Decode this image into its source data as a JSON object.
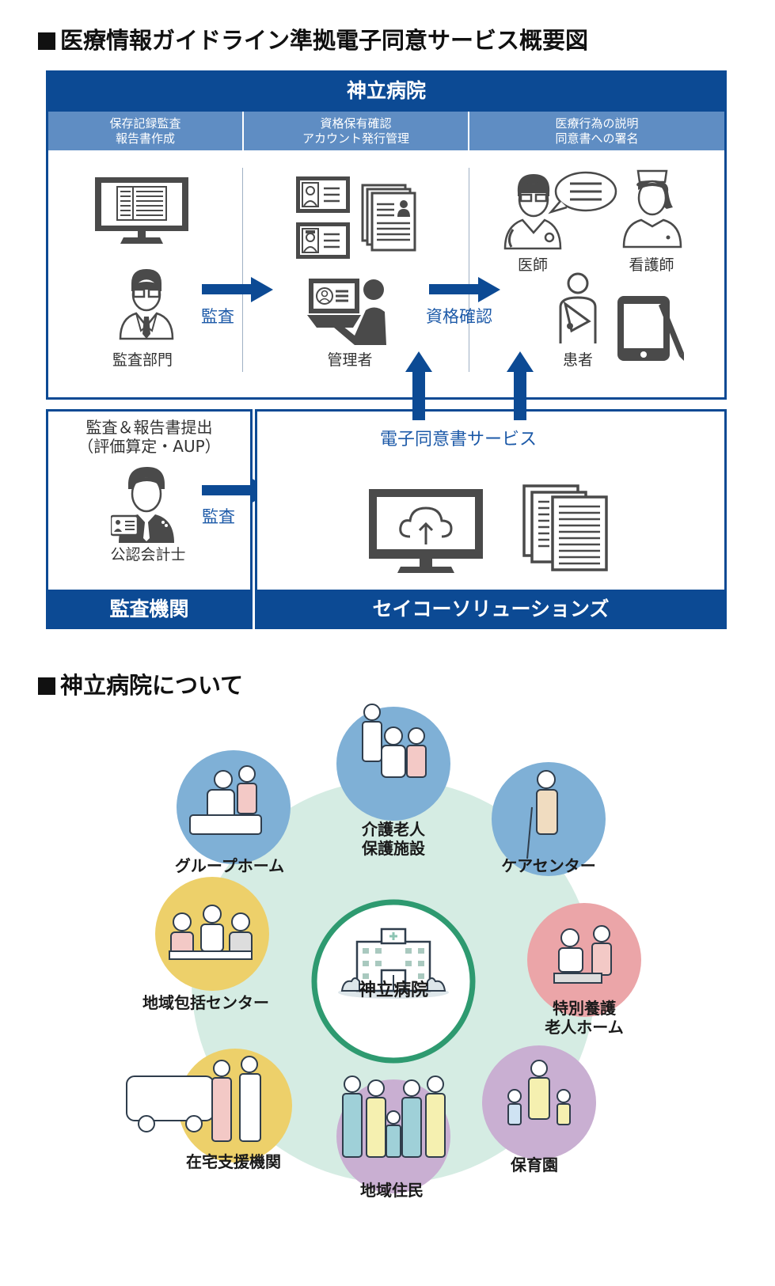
{
  "section1": {
    "title": "医療情報ガイドライン準拠電子同意サービス概要図",
    "hospital": {
      "name": "神立病院",
      "columns": [
        {
          "header_line1": "保存記録監査",
          "header_line2": "報告書作成",
          "person_label": "監査部門"
        },
        {
          "header_line1": "資格保有確認",
          "header_line2": "アカウント発行管理",
          "person_label": "管理者"
        },
        {
          "header_line1": "医療行為の説明",
          "header_line2": "同意書への署名",
          "doctor_label": "医師",
          "nurse_label": "看護師",
          "patient_label": "患者"
        }
      ],
      "arrow_labels": [
        "監査",
        "資格確認"
      ]
    },
    "audit_org": {
      "description_line1": "監査＆報告書提出",
      "description_line2": "（評価算定・AUP）",
      "person_label": "公認会計士",
      "arrow_label": "監査",
      "footer": "監査機関"
    },
    "vendor": {
      "service_label": "電子同意書サービス",
      "footer": "セイコーソリューションズ"
    },
    "colors": {
      "primary": "#0c4a94",
      "secondary": "#5f8dc3",
      "icon": "#4a4a4a"
    }
  },
  "section2": {
    "title": "神立病院について",
    "center": "神立病院",
    "facilities": [
      {
        "label_line1": "介護老人",
        "label_line2": "保護施設",
        "color": "#7fb0d6"
      },
      {
        "label_line1": "ケアセンター",
        "label_line2": "",
        "color": "#7fb0d6"
      },
      {
        "label_line1": "特別養護",
        "label_line2": "老人ホーム",
        "color": "#eba5a8"
      },
      {
        "label_line1": "保育園",
        "label_line2": "",
        "color": "#c9afd2"
      },
      {
        "label_line1": "地域住民",
        "label_line2": "",
        "color": "#c9afd2"
      },
      {
        "label_line1": "在宅支援機関",
        "label_line2": "",
        "color": "#edd06a"
      },
      {
        "label_line1": "地域包括センター",
        "label_line2": "",
        "color": "#edd06a"
      },
      {
        "label_line1": "グループホーム",
        "label_line2": "",
        "color": "#7fb0d6"
      }
    ],
    "colors": {
      "ring": "#2e9a70",
      "background": "#d5ece3"
    }
  }
}
